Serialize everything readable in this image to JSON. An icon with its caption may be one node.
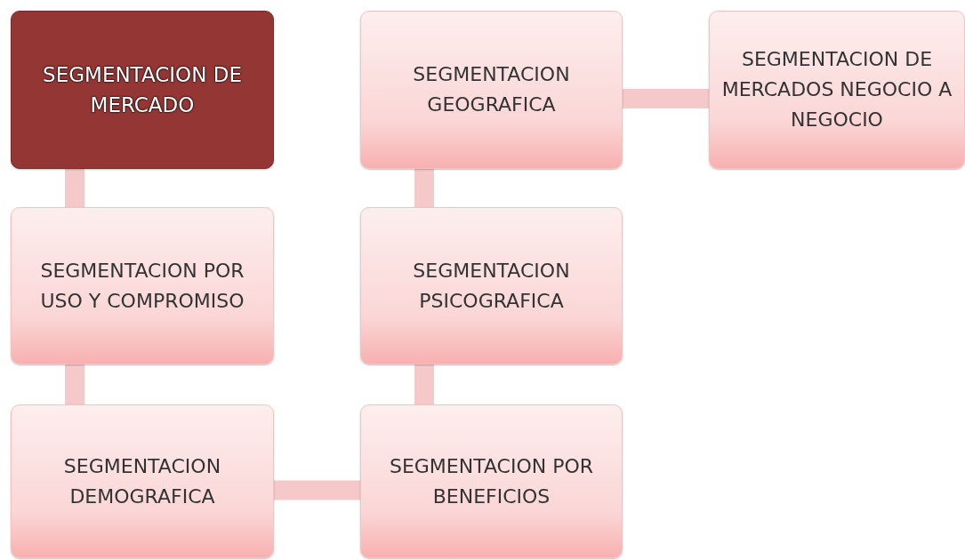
{
  "diagram": {
    "nodes": [
      {
        "text": [
          "SEGMENTACION DE MERCADO"
        ]
      },
      {
        "text": [
          "SEGMENTACION POR USO Y COMPROMISO"
        ]
      },
      {
        "text": [
          "SEGMENTACION DEMOGRAFICA"
        ]
      },
      {
        "text": [
          "SEGMENTACION POR BENEFICIOS"
        ]
      },
      {
        "text": [
          "SEGMENTACION PSICOGRAFICA"
        ]
      },
      {
        "text": [
          "SEGMENTACION GEOGRAFICA"
        ]
      },
      {
        "text": [
          "SEGMENTACION DE MERCADOS NEGOCIO A NEGOCIO"
        ]
      }
    ],
    "edges": [
      {
        "from": 0,
        "to": 1,
        "arrow": "none"
      },
      {
        "from": 1,
        "to": 2,
        "arrow": "none"
      },
      {
        "from": 2,
        "to": 3,
        "arrow": "none"
      },
      {
        "from": 3,
        "to": 4,
        "arrow": "none"
      },
      {
        "from": 4,
        "to": 5,
        "arrow": "none"
      },
      {
        "from": 5,
        "to": 6,
        "arrow": "none"
      }
    ]
  }
}
